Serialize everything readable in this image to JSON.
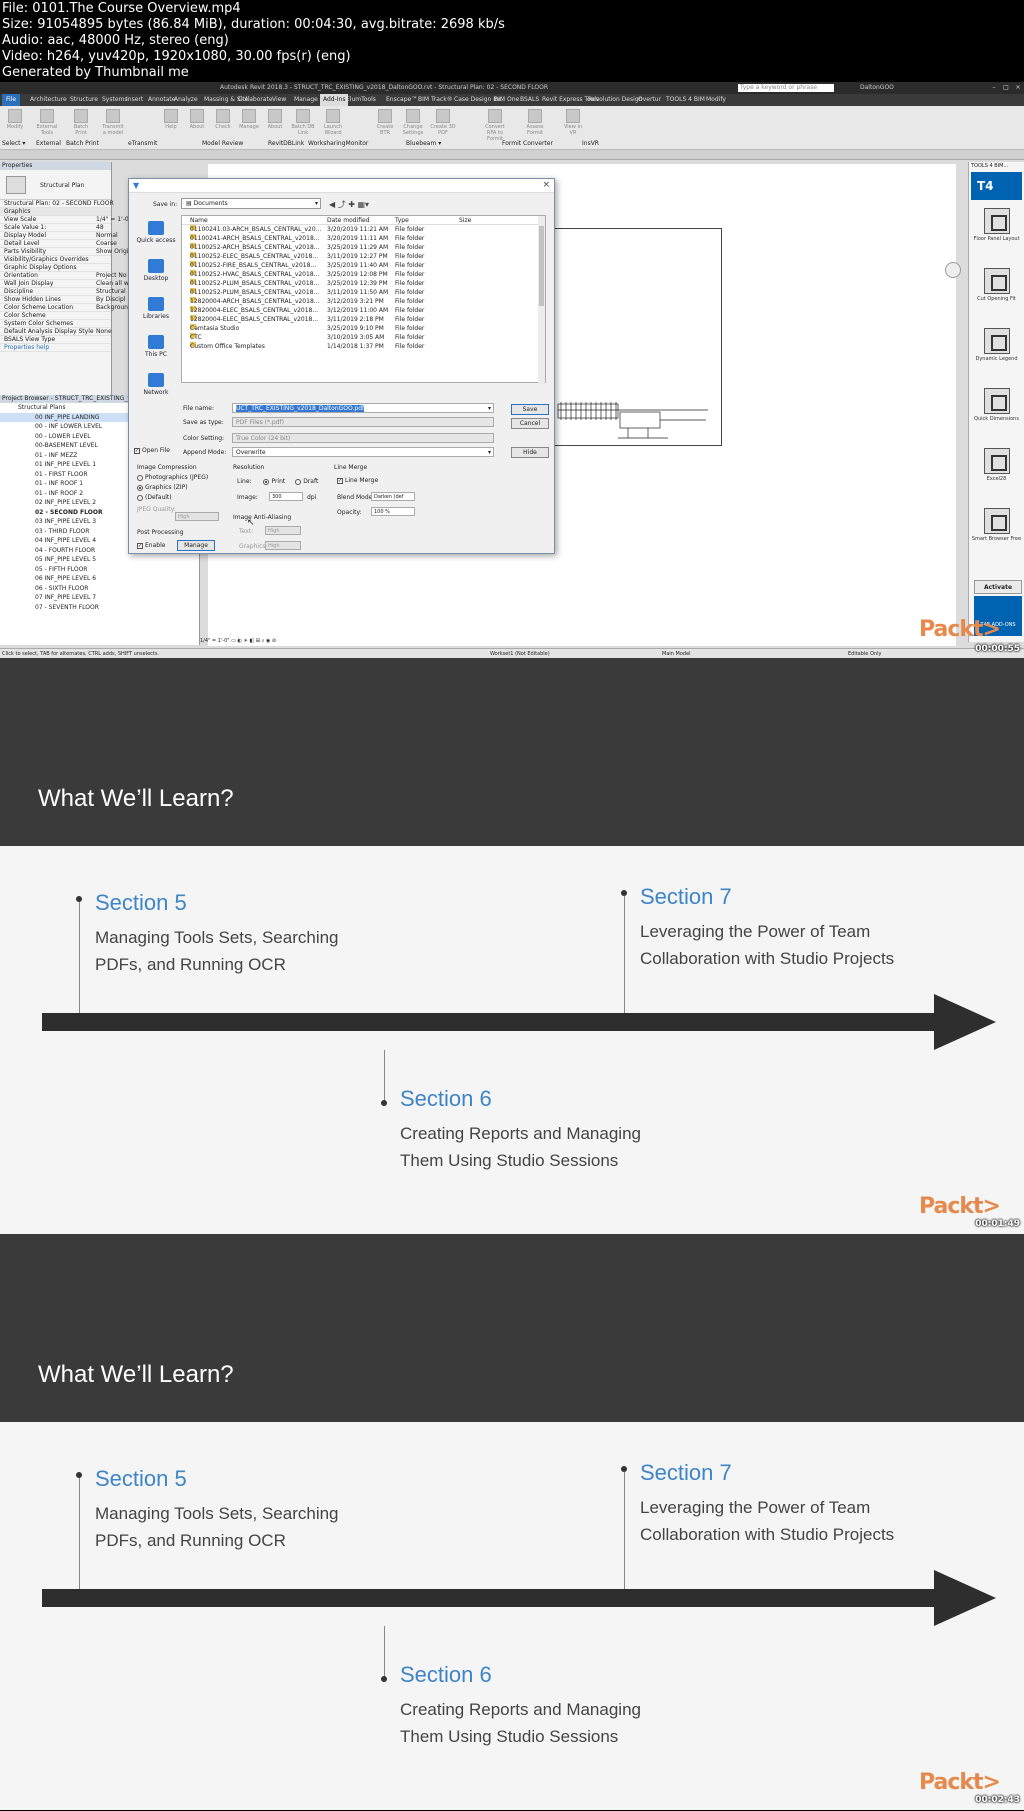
{
  "header": {
    "lines": [
      "File: 0101.The Course Overview.mp4",
      "Size: 91054895 bytes (86.84 MiB), duration: 00:04:30, avg.bitrate: 2698 kb/s",
      "Audio: aac, 48000 Hz, stereo (eng)",
      "Video: h264, yuv420p, 1920x1080, 30.00 fps(r) (eng)",
      "Generated by Thumbnail me"
    ]
  },
  "revit": {
    "title": "Autodesk Revit 2018.3 -    STRUCT_TRC_EXISTING_v2018_DaltonGOO.rvt - Structural Plan: 02 - SECOND FLOOR",
    "search_placeholder": "Type a keyword or phrase",
    "user": "DaltonGOO",
    "menu": [
      "File",
      "Architecture",
      "Structure",
      "Systems",
      "Insert",
      "Annotate",
      "Analyze",
      "Massing & Site",
      "Collaborate",
      "View",
      "Manage",
      "Add-Ins",
      "ElumTools",
      "Enscape™",
      "BIM Track®",
      "Case Design Inc.",
      "BIM One",
      "BSALS",
      "Revit Express Tools",
      "Revolution Design",
      "Overtur",
      "TOOLS 4 BIM",
      "Modify"
    ],
    "ribbon_buttons": [
      "Modify",
      "External Tools",
      "Batch Print",
      "Transmit a model",
      "Help",
      "About",
      "Check",
      "Manage",
      "About",
      "Batch DB Link",
      "Launch Wizard",
      "Create BTR",
      "Change Settings",
      "Create 3D PDF",
      "Convert RFA to Formit",
      "Assess Formit",
      "View in VR"
    ],
    "ribbon_groups": [
      "Select ▾",
      "External",
      "Batch Print",
      "eTransmit",
      "Model Review",
      "RevitDBLink",
      "WorksharingMonitor",
      "Bluebeam ▾",
      "Formit Converter",
      "InsVR"
    ],
    "properties": {
      "header": "Properties",
      "type": "Structural Plan",
      "selector": "Structural Plan: 02 - SECOND FLOOR",
      "group": "Graphics",
      "rows": [
        {
          "k": "View Scale",
          "v": "1/4\" = 1'-0\""
        },
        {
          "k": "Scale Value    1:",
          "v": "48"
        },
        {
          "k": "Display Model",
          "v": "Normal"
        },
        {
          "k": "Detail Level",
          "v": "Coarse"
        },
        {
          "k": "Parts Visibility",
          "v": "Show Origi"
        },
        {
          "k": "Visibility/Graphics Overrides",
          "v": ""
        },
        {
          "k": "Graphic Display Options",
          "v": ""
        },
        {
          "k": "Orientation",
          "v": "Project No"
        },
        {
          "k": "Wall Join Display",
          "v": "Clean all w"
        },
        {
          "k": "Discipline",
          "v": "Structural"
        },
        {
          "k": "Show Hidden Lines",
          "v": "By Discipl"
        },
        {
          "k": "Color Scheme Location",
          "v": "Backgroun"
        },
        {
          "k": "Color Scheme",
          "v": ""
        },
        {
          "k": "System Color Schemes",
          "v": ""
        },
        {
          "k": "Default Analysis Display Style",
          "v": "None"
        },
        {
          "k": "BSALS View Type",
          "v": ""
        }
      ],
      "help": "Properties help"
    },
    "browser": {
      "header": "Project Browser - STRUCT_TRC_EXISTING_v2018",
      "root": "Structural Plans",
      "items": [
        "00 INF_PIPE LANDING",
        "00 - INF LOWER LEVEL",
        "00 - LOWER LEVEL",
        "00-BASEMENT LEVEL",
        "01 - INF MEZZ",
        "01 INF_PIPE LEVEL 1",
        "01 - FIRST FLOOR",
        "01 - INF ROOF 1",
        "01 - INF ROOF 2",
        "02 INF_PIPE LEVEL 2",
        "02 - SECOND FLOOR",
        "03 INF_PIPE LEVEL 3",
        "03 - THIRD FLOOR",
        "04 INF_PIPE LEVEL 4",
        "04 - FOURTH FLOOR",
        "05 INF_PIPE LEVEL 5",
        "05 - FIFTH FLOOR",
        "06 INF_PIPE LEVEL 6",
        "06 - SIXTH FLOOR",
        "07 INF_PIPE LEVEL 7",
        "07 - SEVENTH FLOOR"
      ]
    },
    "tools4bim": {
      "header": "TOOLS 4 BIM...",
      "logo": "T4",
      "tools": [
        "Floor Panel Layout",
        "Cut Opening Fit",
        "Dynamic Legend",
        "Quick Dimensions",
        "Excel28",
        "Smart Browser Free"
      ],
      "activate": "Activate",
      "addons": "T4B ADD-ONS"
    },
    "status": {
      "left": "Click to select, TAB for alternates, CTRL adds, SHIFT unselects.",
      "workset": "Workset1 (Not Editable)",
      "model": "Main Model",
      "editable": "Editable Only",
      "view_scale": "1/4\" = 1'-0\""
    },
    "dialog": {
      "save_in_label": "Save in:",
      "save_in": "Documents",
      "places": [
        "Quick access",
        "Desktop",
        "Libraries",
        "This PC",
        "Network"
      ],
      "columns": [
        "Name",
        "Date modified",
        "Type",
        "Size"
      ],
      "files": [
        {
          "n": "01100241.03-ARCH_BSALS_CENTRAL_v20...",
          "d": "3/20/2019 11:21 AM",
          "t": "File folder"
        },
        {
          "n": "01100241-ARCH_BSALS_CENTRAL_v2018...",
          "d": "3/20/2019 11:11 AM",
          "t": "File folder"
        },
        {
          "n": "01100252-ARCH_BSALS_CENTRAL_v2018...",
          "d": "3/25/2019 11:29 AM",
          "t": "File folder"
        },
        {
          "n": "01100252-ELEC_BSALS_CENTRAL_v2018...",
          "d": "3/11/2019 12:27 PM",
          "t": "File folder"
        },
        {
          "n": "01100252-FIRE_BSALS_CENTRAL_v2018...",
          "d": "3/25/2019 11:40 AM",
          "t": "File folder"
        },
        {
          "n": "01100252-HVAC_BSALS_CENTRAL_v2018...",
          "d": "3/25/2019 12:08 PM",
          "t": "File folder"
        },
        {
          "n": "01100252-PLUM_BSALS_CENTRAL_v2018...",
          "d": "3/25/2019 12:39 PM",
          "t": "File folder"
        },
        {
          "n": "01100252-PLUM_BSALS_CENTRAL_v2018...",
          "d": "3/11/2019 11:50 AM",
          "t": "File folder"
        },
        {
          "n": "12820004-ARCH_BSALS_CENTRAL_v2018...",
          "d": "3/12/2019 3:21 PM",
          "t": "File folder"
        },
        {
          "n": "12820004-ELEC_BSALS_CENTRAL_v2018...",
          "d": "3/12/2019 11:00 AM",
          "t": "File folder"
        },
        {
          "n": "12820004-ELEC_BSALS_CENTRAL_v2018...",
          "d": "3/11/2019 2:18 PM",
          "t": "File folder"
        },
        {
          "n": "Camtasia Studio",
          "d": "3/25/2019 9:10 PM",
          "t": "File folder"
        },
        {
          "n": "CTC",
          "d": "3/10/2019 3:05 AM",
          "t": "File folder"
        },
        {
          "n": "Custom Office Templates",
          "d": "1/14/2018 1:37 PM",
          "t": "File folder"
        }
      ],
      "file_name_label": "File name:",
      "file_name": "UCT_TRC_EXISTING_v2018_DaltonGOO.pdf",
      "save_as_label": "Save as type:",
      "save_as": "PDF Files (*.pdf)",
      "color_label": "Color Setting:",
      "color": "True Color (24 bit)",
      "append_label": "Append Mode:",
      "append": "Overwrite",
      "save_btn": "Save",
      "cancel_btn": "Cancel",
      "hide_btn": "Hide",
      "open_file": "Open File",
      "img_comp": "Image Compression",
      "opt_photo": "Photographics (JPEG)",
      "opt_graphics": "Graphics (ZIP)",
      "opt_default": "(Default)",
      "jpeg_quality_label": "JPEG Quality:",
      "jpeg_quality": "High",
      "post": "Post Processing",
      "enable": "Enable",
      "manage_btn": "Manage",
      "resolution": "Resolution",
      "line_label": "Line:",
      "line_print": "Print",
      "line_draft": "Draft",
      "image_label": "Image:",
      "image_dpi": "300",
      "dpi": "dpi",
      "anti": "Image Anti-Aliasing",
      "text_label": "Text:",
      "text_val": "High",
      "graphics_label": "Graphics:",
      "graphics_val": "High",
      "line_merge": "Line Merge",
      "line_merge_chk": "Line Merge",
      "blend_label": "Blend Mode:",
      "blend": "Darken (def",
      "opacity_label": "Opacity:",
      "opacity": "100 %"
    },
    "timestamp": "00:00:55"
  },
  "slides": [
    {
      "title": "What We’ll Learn?",
      "timestamp": "00:01:49",
      "brand": "Packt>",
      "sections": [
        {
          "title": "Section 5",
          "desc1": "Managing Tools Sets, Searching",
          "desc2": "PDFs, and Running OCR"
        },
        {
          "title": "Section 7",
          "desc1": "Leveraging the Power of Team",
          "desc2": "Collaboration with Studio Projects"
        },
        {
          "title": "Section 6",
          "desc1": "Creating Reports and Managing",
          "desc2": "Them Using Studio Sessions"
        }
      ]
    },
    {
      "title": "What We’ll Learn?",
      "timestamp": "00:02:43",
      "brand": "Packt>",
      "sections": [
        {
          "title": "Section 5",
          "desc1": "Managing Tools Sets, Searching",
          "desc2": "PDFs, and Running OCR"
        },
        {
          "title": "Section 7",
          "desc1": "Leveraging the Power of Team",
          "desc2": "Collaboration with Studio Projects"
        },
        {
          "title": "Section 6",
          "desc1": "Creating Reports and Managing",
          "desc2": "Them Using Studio Sessions"
        }
      ]
    }
  ],
  "frame1_brand": "Packt>",
  "colors": {
    "accent": "#3d85c6",
    "band": "#3a3a3a",
    "packt": "#e58a4c"
  }
}
